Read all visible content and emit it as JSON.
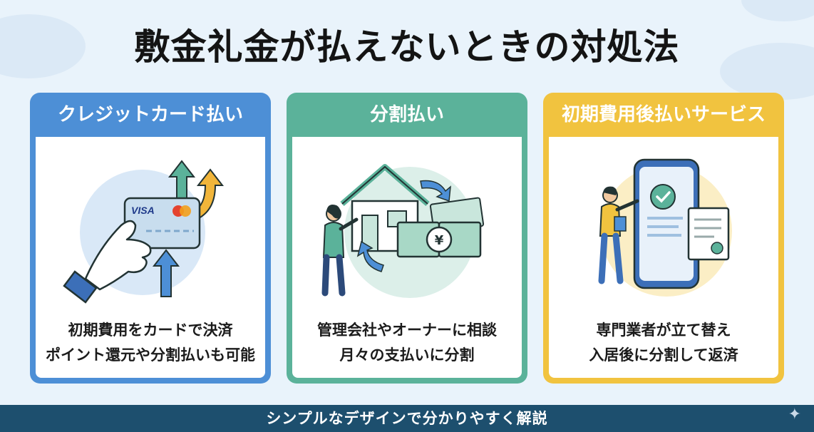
{
  "title": "敷金礼金が払えないときの対処法",
  "cards": [
    {
      "heading": "クレジットカード払い",
      "icon": "credit-card-hand-icon",
      "card_brand": "VISA",
      "lines": [
        "初期費用をカードで決済",
        "ポイント還元や分割払いも可能"
      ]
    },
    {
      "heading": "分割払い",
      "icon": "house-money-split-icon",
      "currency_symbol": "¥",
      "lines": [
        "管理会社やオーナーに相談",
        "月々の支払いに分割"
      ]
    },
    {
      "heading": "初期費用後払いサービス",
      "icon": "smartphone-checkmark-icon",
      "lines": [
        "専門業者が立て替え",
        "入居後に分割して返済"
      ]
    }
  ],
  "footer": "シンプルなデザインで分かりやすく解説",
  "colors": {
    "background": "#e9f3fb",
    "card1": "#4d8fd6",
    "card2": "#5bb29a",
    "card3": "#f1c33f",
    "footer": "#1d4f6e"
  }
}
